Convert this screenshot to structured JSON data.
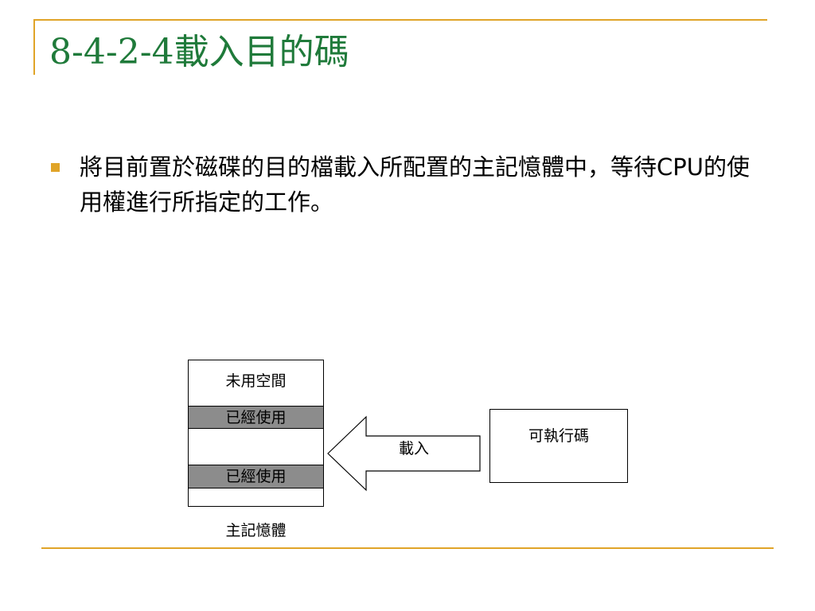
{
  "slide": {
    "title": "8-4-2-4載入目的碼",
    "bullet": {
      "text": "將目前置於磁碟的目的檔載入所配置的主記憶體中，等待CPU的使用權進行所指定的工作。"
    }
  },
  "diagram": {
    "memory_cells": {
      "free": "未用空間",
      "used_1": "已經使用",
      "used_2": "已經使用"
    },
    "memory_caption": "主記憶體",
    "arrow_label": "載入",
    "executable_label": "可執行碼"
  },
  "colors": {
    "accent": "#e0a428",
    "title": "#1f7a3a",
    "used_fill": "#8c8c8c"
  }
}
